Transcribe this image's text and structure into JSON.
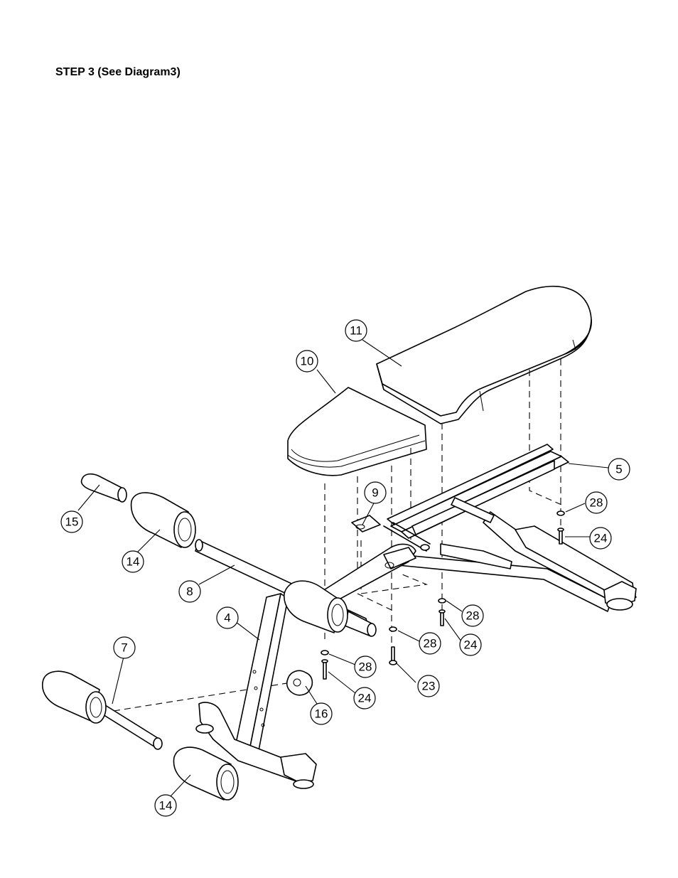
{
  "header": {
    "title": "STEP 3 (See Diagram3)"
  },
  "callouts": {
    "c11": "11",
    "c10": "10",
    "c5": "5",
    "c9": "9",
    "c15": "15",
    "c14a": "14",
    "c28a": "28",
    "c24a": "24",
    "c8": "8",
    "c28b": "28",
    "c4": "4",
    "c28c": "28",
    "c24b": "24",
    "c7": "7",
    "c28d": "28",
    "c23": "23",
    "c24c": "24",
    "c16": "16",
    "c14b": "14"
  }
}
